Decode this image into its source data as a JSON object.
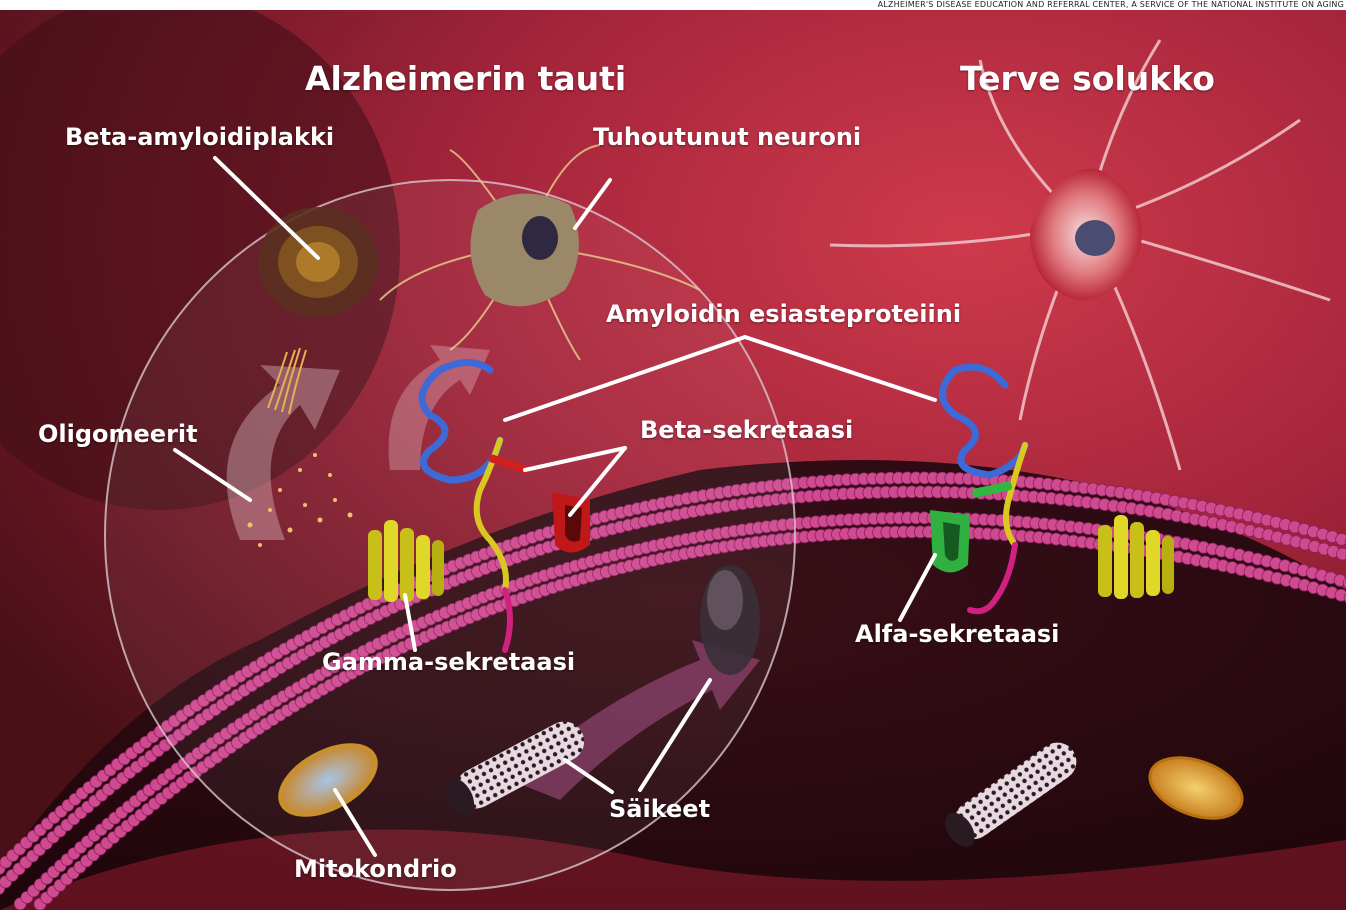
{
  "credit": "ALZHEIMER'S DISEASE EDUCATION AND REFERRAL CENTER, A SERVICE OF THE NATIONAL INSTITUTE ON AGING",
  "titles": {
    "left": "Alzheimerin tauti",
    "right": "Terve solukko"
  },
  "labels": {
    "beta_amyloid_plaque": "Beta-amyloidiplakki",
    "damaged_neuron": "Tuhoutunut neuroni",
    "amyloid_precursor_protein": "Amyloidin esiasteproteiini",
    "oligomers": "Oligomeerit",
    "beta_secretase": "Beta-sekretaasi",
    "gamma_secretase": "Gamma-sekretaasi",
    "alpha_secretase": "Alfa-sekretaasi",
    "fibrils": "Säikeet",
    "mitochondrion": "Mitokondrio"
  },
  "colors": {
    "background_dark": "#5a1420",
    "background_red": "#b8283a",
    "membrane_bead": "#d04a90",
    "interior": "#2a0c12",
    "label_text": "#ffffff",
    "amyloid_precursor": "#3d6ad6",
    "beta_secretase": "#c01818",
    "gamma_secretase": "#d8d020",
    "alpha_secretase": "#2fb040"
  }
}
